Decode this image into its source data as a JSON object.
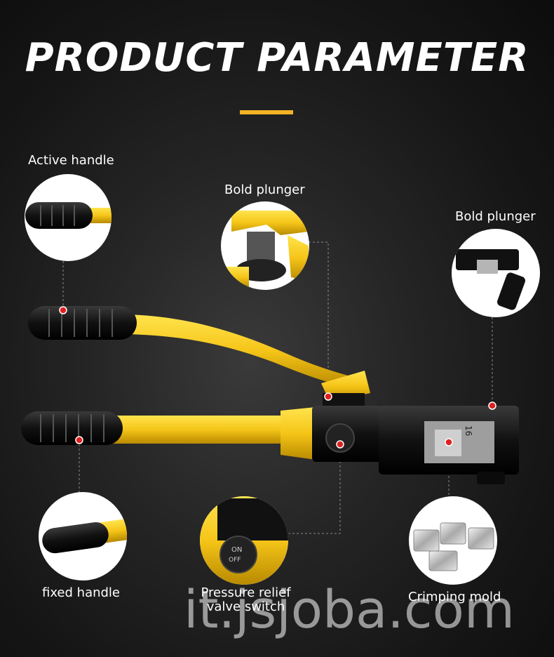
{
  "header": {
    "title": "PRODUCT PARAMETER",
    "accent_color": "#f3b324"
  },
  "callouts": [
    {
      "label": "Active handle"
    },
    {
      "label": "Bold plunger"
    },
    {
      "label": "Bold plunger"
    },
    {
      "label": "fixed handle"
    },
    {
      "label": "Pressure relief valve switch"
    },
    {
      "label": "Crimping mold"
    }
  ],
  "valve_text": {
    "on": "ON",
    "off": "OFF"
  },
  "die_text": "16",
  "watermark": "it.jsjoba.com",
  "colors": {
    "background": "#1e1e1e",
    "tool_yellow": "#f5c518",
    "marker_red": "#e02020"
  }
}
